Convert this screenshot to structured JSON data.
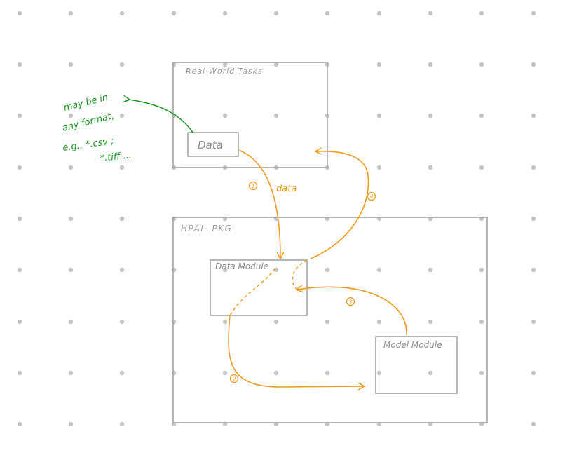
{
  "diagram": {
    "boxes": {
      "real_world": {
        "label": "Real-World Tasks"
      },
      "data": {
        "label": "Data"
      },
      "hpai": {
        "label": "HPAI- PKG"
      },
      "data_module": {
        "label": "Data Module"
      },
      "model_module": {
        "label": "Model Module"
      }
    },
    "arrows": {
      "step1": {
        "number": "1",
        "label": "data"
      },
      "step2": {
        "number": "2"
      },
      "step3": {
        "number": "3"
      },
      "step4": {
        "number": "4"
      }
    },
    "note": {
      "lines": [
        "may be in",
        "any format,",
        "e.g., *.csv ;",
        "*.tiff ..."
      ]
    },
    "colors": {
      "box": "#a3a3a3",
      "orange": "#f29a1f",
      "green": "#158f1a",
      "dots": "#c4c4c4"
    }
  }
}
